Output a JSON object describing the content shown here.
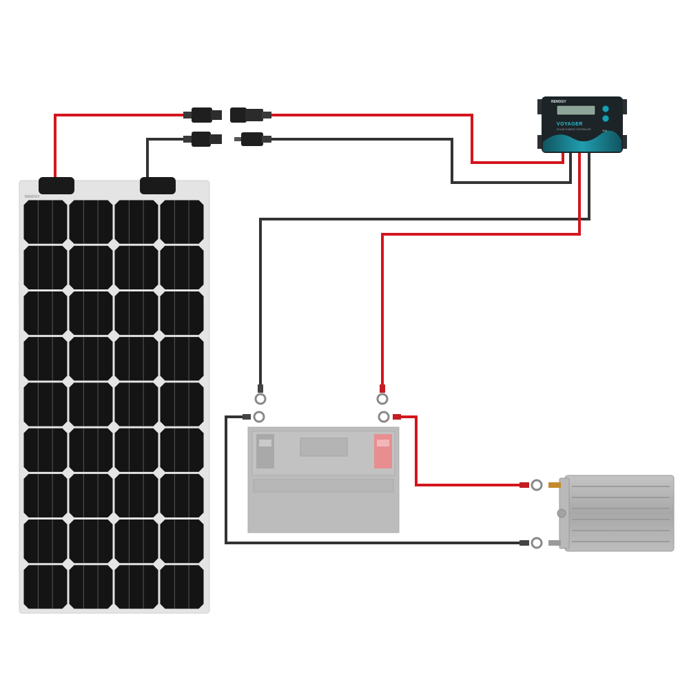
{
  "controller": {
    "brand": "RENOGY",
    "model": "VOYAGER",
    "subtitle": "SOLAR CHARGE CONTROLLER",
    "tag": "20A"
  },
  "panel": {
    "brand": "RENOGY"
  },
  "colors": {
    "positive_wire": "#d3151d",
    "negative_wire": "#333333",
    "panel_cell": "#141414",
    "panel_frame": "#e4e4e4",
    "battery": "#b9b9b9",
    "battery_positive_terminal": "#e7898b",
    "inverter": "#aeaeae",
    "controller_body": "#1c2428",
    "controller_accent": "#1b9fb3"
  },
  "icons": {
    "connector": "mc4-connector-icon",
    "terminal": "ring-terminal-icon"
  }
}
